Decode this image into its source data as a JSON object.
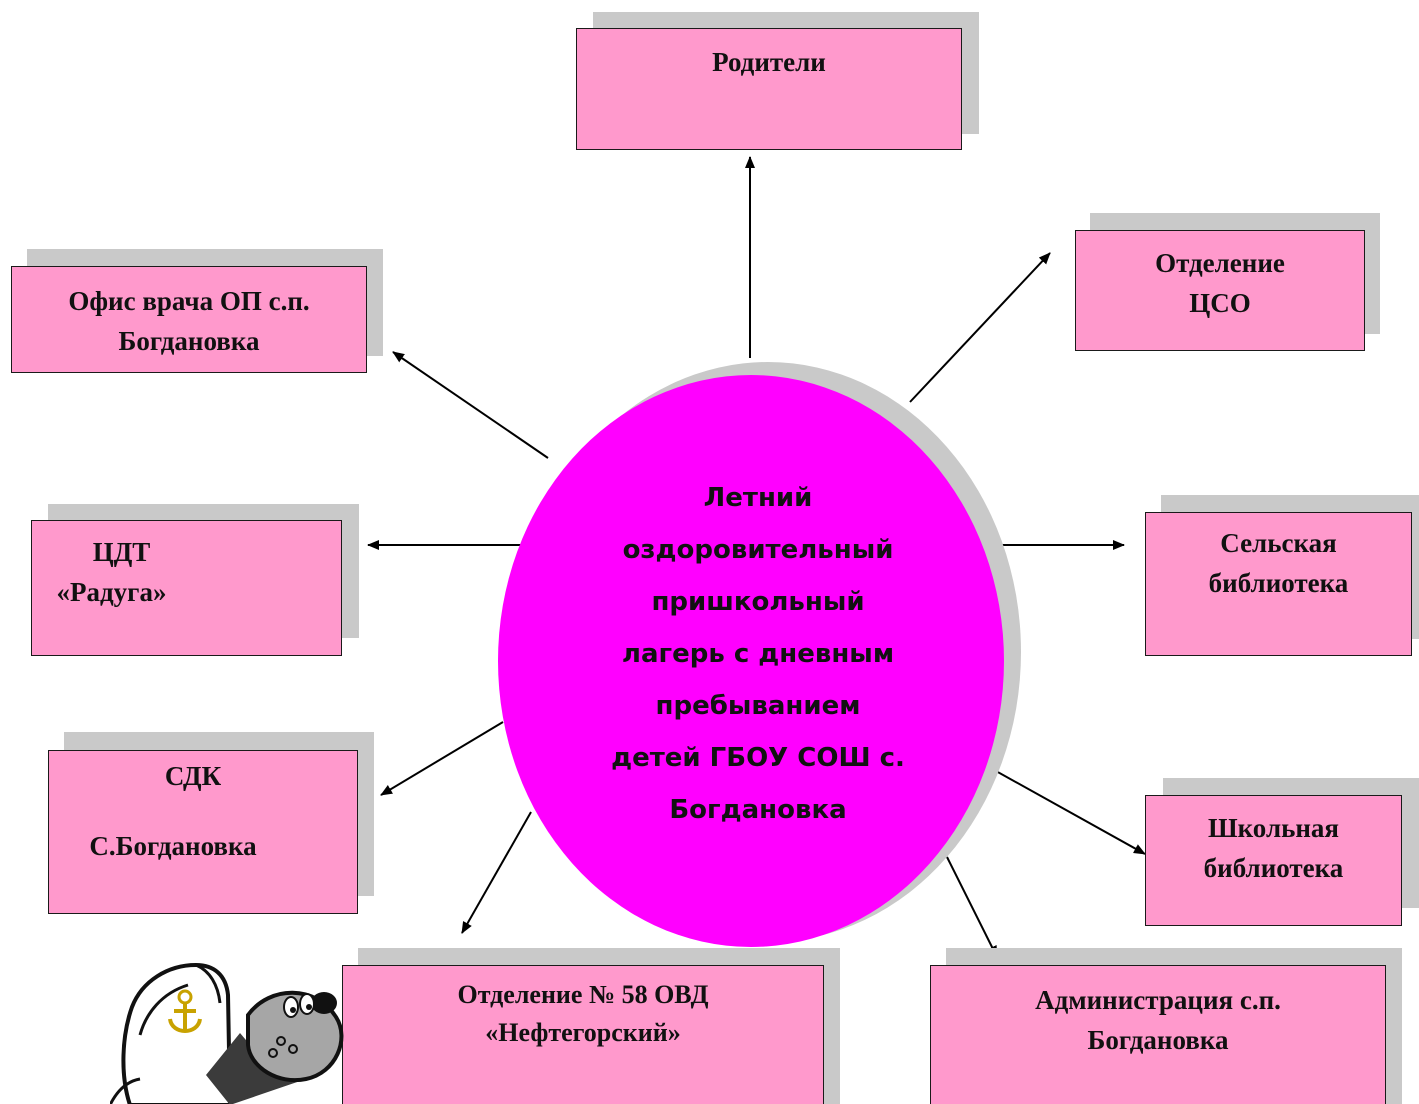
{
  "colors": {
    "node_fill": "#ff99cc",
    "center_fill": "#ff00ff",
    "shadow": "#c9c9c9",
    "line": "#000000"
  },
  "center": {
    "label": "Летний\nоздоровительный\nпришкольный\nлагерь с дневным\nпребыванием\nдетей  ГБОУ СОШ с.\nБогдановка"
  },
  "nodes": {
    "parents": {
      "line1": "Родители"
    },
    "doctor_office": {
      "line1": "Офис врача ОП с.п.",
      "line2": "Богдановка"
    },
    "cso_branch": {
      "line1": "Отделение",
      "line2": "ЦСО"
    },
    "cdt_raduga": {
      "line1": "ЦДТ",
      "line2": "«Радуга»"
    },
    "rural_library": {
      "line1": "Сельская",
      "line2": "библиотека"
    },
    "sdk": {
      "line1": "СДК",
      "line2": "С.Богдановка"
    },
    "school_library": {
      "line1": "Школьная",
      "line2": "библиотека"
    },
    "police": {
      "line1": "Отделение № 58 ОВД",
      "line2": "«Нефтегорский»"
    },
    "administration": {
      "line1": "Администрация с.п.",
      "line2": "Богдановка"
    }
  },
  "mascot": {
    "icon": "cartoon-wolf-sailor-icon"
  }
}
